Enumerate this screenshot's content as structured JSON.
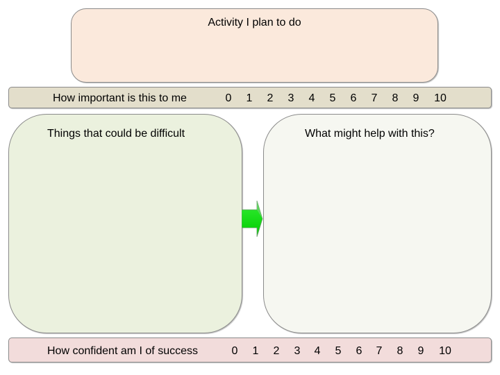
{
  "activity": {
    "title": "Activity I plan to do"
  },
  "importance": {
    "label": "How important is this to me",
    "scale": [
      "0",
      "1",
      "2",
      "3",
      "4",
      "5",
      "6",
      "7",
      "8",
      "9",
      "10"
    ]
  },
  "difficult": {
    "title": "Things that could be difficult"
  },
  "help": {
    "title": "What might help with this?"
  },
  "confidence": {
    "label": "How confident am I of success",
    "scale": [
      "0",
      "1",
      "2",
      "3",
      "4",
      "5",
      "6",
      "7",
      "8",
      "9",
      "10"
    ]
  },
  "colors": {
    "activity_fill": "#fbe9dc",
    "importance_fill": "#e3decb",
    "difficult_fill": "#ebf1de",
    "help_fill": "#f6f7f1",
    "confidence_fill": "#f2dcdb",
    "arrow_fill": "#00dd00"
  },
  "icons": {
    "arrow": "right-arrow-icon"
  }
}
